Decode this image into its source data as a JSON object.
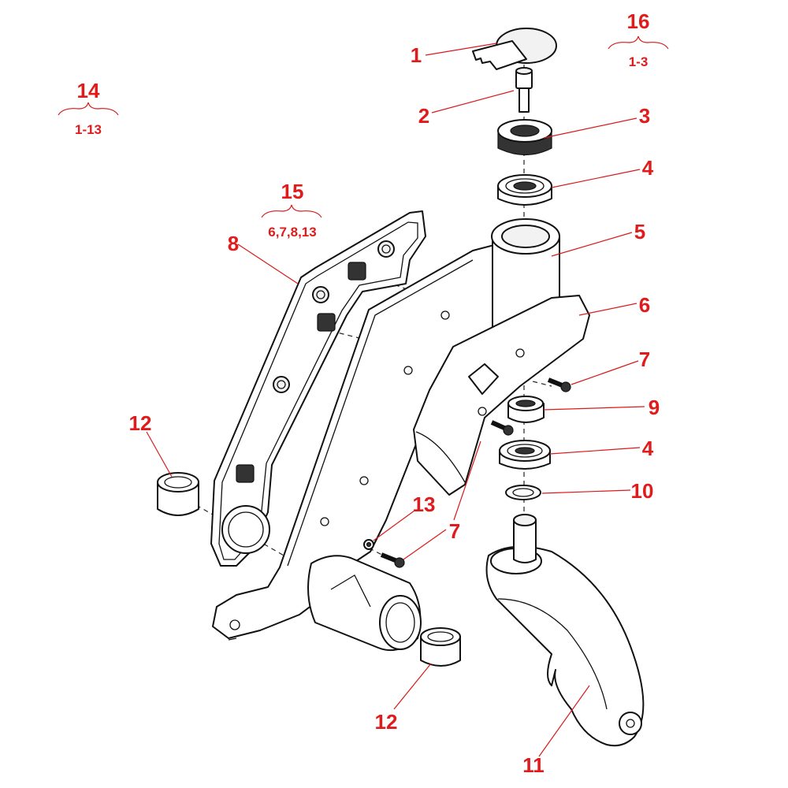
{
  "callouts": {
    "c1": "1",
    "c2": "2",
    "c3": "3",
    "c4a": "4",
    "c4b": "4",
    "c5": "5",
    "c6": "6",
    "c7a": "7",
    "c7b": "7",
    "c8": "8",
    "c9": "9",
    "c10": "10",
    "c11": "11",
    "c12a": "12",
    "c12b": "12",
    "c13": "13"
  },
  "assemblies": {
    "a14": {
      "number": "14",
      "range": "1-13"
    },
    "a15": {
      "number": "15",
      "range": "6,7,8,13"
    },
    "a16": {
      "number": "16",
      "range": "1-3"
    }
  },
  "colors": {
    "callout": "#e01b1b",
    "line": "#111111",
    "background": "#ffffff"
  }
}
